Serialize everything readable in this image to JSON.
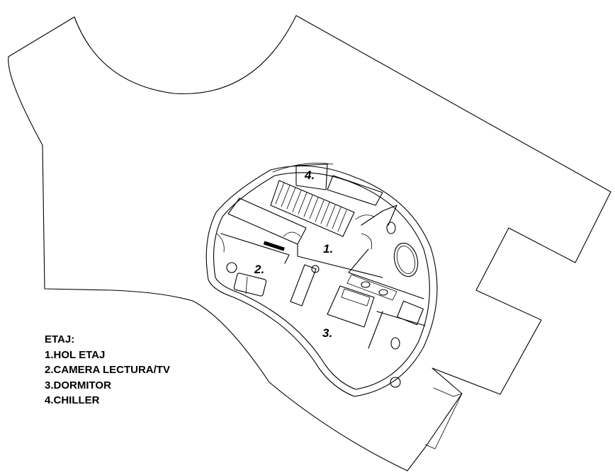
{
  "legend": {
    "title": "ETAJ:",
    "items": [
      "1.HOL ETAJ",
      "2.CAMERA LECTURA/TV",
      "3.DORMITOR",
      "4.CHILLER"
    ]
  },
  "room_labels": [
    "1.",
    "2.",
    "3.",
    "4."
  ]
}
